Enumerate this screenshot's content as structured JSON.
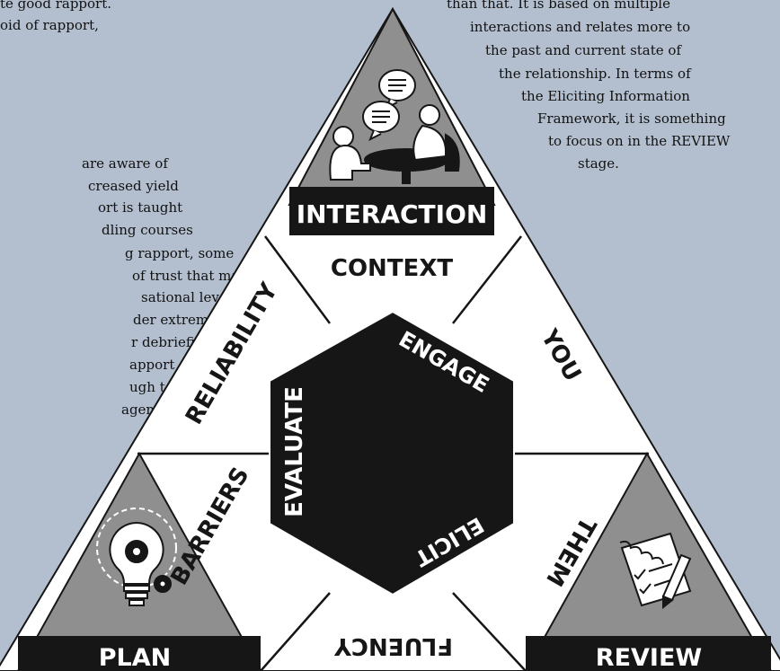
{
  "left_text": {
    "lines": [
      "te good rapport.",
      "oid of rapport,",
      "are aware of",
      "creased yield",
      "ort is taught",
      "dling courses",
      "g rapport, some",
      "of trust that may",
      "sational level.",
      "der extreme",
      "r debriefing",
      "apport",
      "ugh to",
      "agement"
    ]
  },
  "right_text": {
    "lines": [
      "than that. It is based on multiple",
      "interactions and relates more to",
      "the past and current state of",
      "the relationship. In terms of",
      "the Eliciting Information",
      "Framework, it is something",
      "to focus on in the REVIEW",
      "stage."
    ]
  },
  "diagram": {
    "corners": {
      "top": "INTERACTION",
      "left": "PLAN",
      "right": "REVIEW"
    },
    "segments": {
      "context": "CONTEXT",
      "you": "YOU",
      "them": "THEM",
      "fluency": "FLUENCY",
      "barriers": "BARRIERS",
      "reliability": "RELIABILITY"
    },
    "hexagon": {
      "engage": "ENGAGE",
      "elicit": "ELICIT",
      "evaluate": "EVALUATE"
    },
    "colors": {
      "background": "#b3bfcf",
      "corner_fill": "#8f8f8f",
      "dark": "#161616",
      "white": "#ffffff"
    },
    "icons": {
      "top": "conversation-people-icon",
      "left": "lightbulb-gear-icon",
      "right": "notepad-pencil-icon"
    }
  }
}
